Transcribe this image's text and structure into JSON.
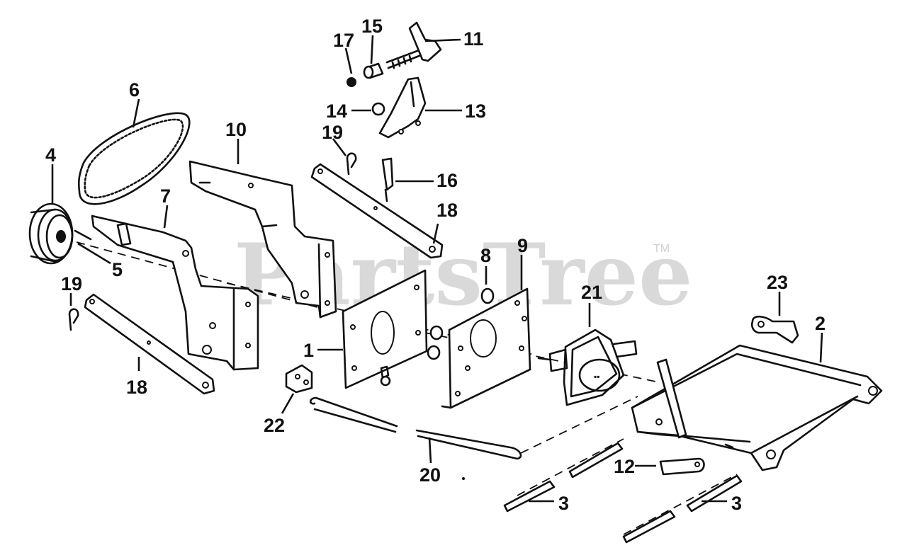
{
  "watermark": {
    "text": "PartsTree",
    "trademark": "TM",
    "color": "#cfcfcf"
  },
  "callouts": {
    "c1": "1",
    "c2": "2",
    "c3a": "3",
    "c3b": "3",
    "c4": "4",
    "c5": "5",
    "c6": "6",
    "c7": "7",
    "c8": "8",
    "c9": "9",
    "c10": "10",
    "c11": "11",
    "c12": "12",
    "c13": "13",
    "c14": "14",
    "c15": "15",
    "c16": "16",
    "c17": "17",
    "c18a": "18",
    "c18b": "18",
    "c19a": "19",
    "c19b": "19",
    "c20": "20",
    "c21": "21",
    "c22": "22",
    "c23": "23"
  }
}
